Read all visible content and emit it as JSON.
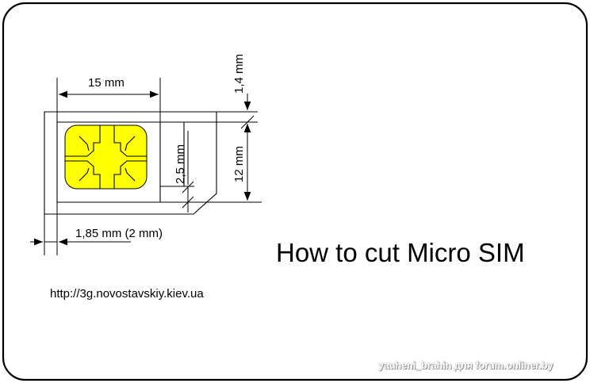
{
  "diagram": {
    "dimensions": {
      "width_label": "15 mm",
      "top_margin_label": "1,4 mm",
      "height_label": "12 mm",
      "corner_label": "2,5 mm",
      "left_margin_label": "1,85 mm (2 mm)"
    },
    "title": "How to cut Micro SIM",
    "url": "http://3g.novostavskiy.kiev.ua",
    "watermark": "yauheni_brahin для forum.onliner.by"
  },
  "colors": {
    "chip_fill": "#ffff00",
    "line": "#000000",
    "frame": "#000000",
    "watermark_text": "#ffffff"
  }
}
